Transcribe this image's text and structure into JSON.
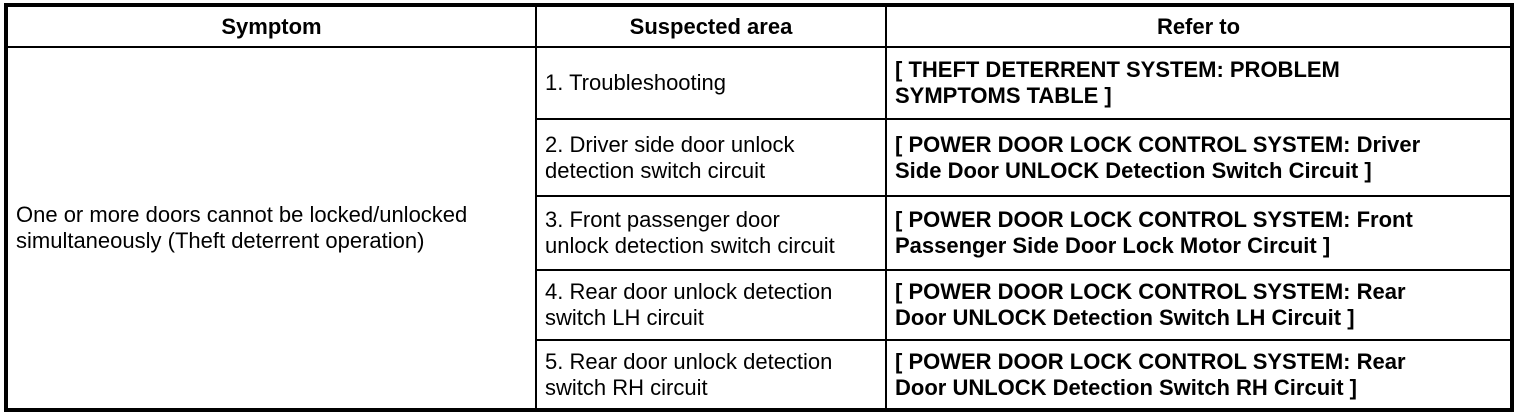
{
  "table": {
    "headers": [
      "Symptom",
      "Suspected area",
      "Refer to"
    ],
    "symptom": "One or more doors cannot be locked/unlocked\nsimultaneously (Theft deterrent operation)",
    "rows": [
      {
        "suspected_area": "1. Troubleshooting",
        "refer_to": "[ THEFT DETERRENT SYSTEM: PROBLEM\nSYMPTOMS TABLE ]"
      },
      {
        "suspected_area": "2. Driver side door unlock\ndetection switch circuit",
        "refer_to": "[ POWER DOOR LOCK CONTROL SYSTEM: Driver\nSide Door UNLOCK Detection Switch Circuit ]"
      },
      {
        "suspected_area": "3. Front passenger door\nunlock detection switch circuit",
        "refer_to": "[ POWER DOOR LOCK CONTROL SYSTEM: Front\nPassenger Side Door Lock Motor Circuit ]"
      },
      {
        "suspected_area": "4. Rear door unlock detection\nswitch LH circuit",
        "refer_to": "[ POWER DOOR LOCK CONTROL SYSTEM: Rear\nDoor UNLOCK Detection Switch LH Circuit ]"
      },
      {
        "suspected_area": "5. Rear door unlock detection\nswitch RH circuit",
        "refer_to": "[ POWER DOOR LOCK CONTROL SYSTEM: Rear\nDoor UNLOCK Detection Switch RH Circuit ]"
      }
    ],
    "colors": {
      "border": "#000000",
      "text": "#000000",
      "background": "#ffffff"
    }
  }
}
